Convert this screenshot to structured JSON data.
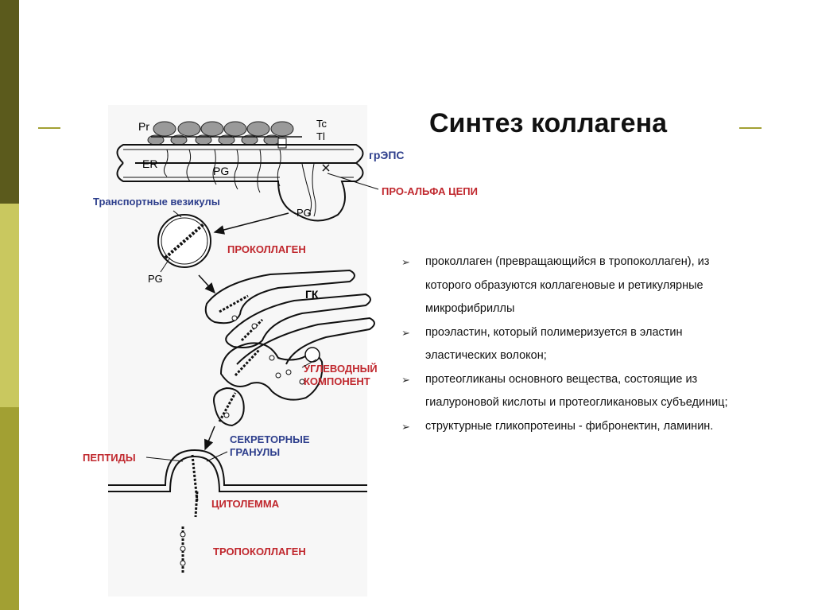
{
  "slide": {
    "title": "Синтез коллагена",
    "colors": {
      "accent": "#a2a033",
      "dark_accent": "#5b5a1c",
      "light_accent": "#c9c85f",
      "red_label": "#c0272d",
      "blue_label": "#2d3e8c"
    }
  },
  "diagram": {
    "labels": {
      "pr": "Pr",
      "tc": "Tc",
      "tl": "Tl",
      "er": "ER",
      "pg_top": "PG",
      "pg_bud": "PG",
      "pg_vesicle": "PG",
      "grEPS": "грЭПС",
      "pro_alpha": "ПРО-АЛЬФА ЦЕПИ",
      "transport_vesicles": "Транспортные   везикулы",
      "procollagen": "ПРОКОЛЛАГЕН",
      "gk": "ГК",
      "carb_1": "УГЛЕВОДНЫЙ",
      "carb_2": "КОМПОНЕНТ",
      "secretory_1": "СЕКРЕТОРНЫЕ",
      "secretory_2": "ГРАНУЛЫ",
      "peptides": "ПЕПТИДЫ",
      "cytolemma": "ЦИТОЛЕММА",
      "tropocollagen": "ТРОПОКОЛЛАГЕН"
    }
  },
  "bullets": [
    "проколлаген (превращающийся в тропоколлаген), из которого образуются коллагеновые и ретикулярные микрофибриллы",
    "проэластин, который полимеризуется в эластин эластических волокон;",
    "протеогликаны основного вещества, состоящие из гиалуроновой кислоты и протеогликановых субъединиц;",
    "структурные гликопротеины - фибронектин, ламинин."
  ]
}
